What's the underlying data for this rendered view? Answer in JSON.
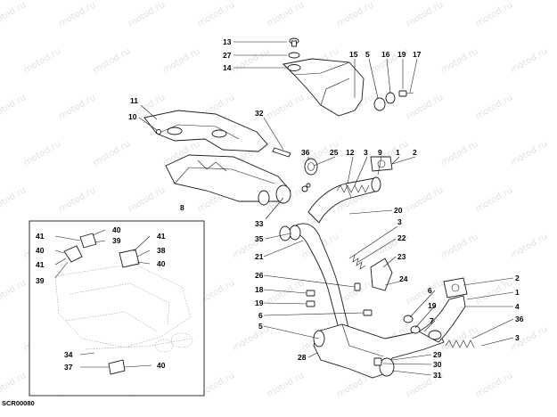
{
  "diagram": {
    "reference_code": "SCR00080",
    "watermark_text": "motod.ru",
    "colors": {
      "line": "#1a1a1a",
      "background": "#ffffff",
      "watermark": "#c9c9c9"
    },
    "callouts": {
      "c13": "13",
      "c27": "27",
      "c14": "14",
      "c15": "15",
      "c5a": "5",
      "c16": "16",
      "c19a": "19",
      "c17": "17",
      "c11": "11",
      "c10": "10",
      "c32": "32",
      "c36a": "36",
      "c25": "25",
      "c12": "12",
      "c3a": "3",
      "c9": "9",
      "c1a": "1",
      "c2a": "2",
      "c8": "8",
      "c20": "20",
      "c33": "33",
      "c3b": "3",
      "c35": "35",
      "c21": "21",
      "c22": "22",
      "c23": "23",
      "c24": "24",
      "c26": "26",
      "c18": "18",
      "c19b": "19",
      "c6a": "6",
      "c5b": "5",
      "c2b": "2",
      "c1b": "1",
      "c4": "4",
      "c6b": "6",
      "c19c": "19",
      "c7": "7",
      "c36b": "36",
      "c3c": "3",
      "c28": "28",
      "c29": "29",
      "c30": "30",
      "c31": "31",
      "i40a": "40",
      "i41a": "41",
      "i39a": "39",
      "i40b": "40",
      "i41b": "41",
      "i38": "38",
      "i41c": "41",
      "i40c": "40",
      "i39b": "39",
      "i34": "34",
      "i37": "37",
      "i40d": "40"
    }
  }
}
